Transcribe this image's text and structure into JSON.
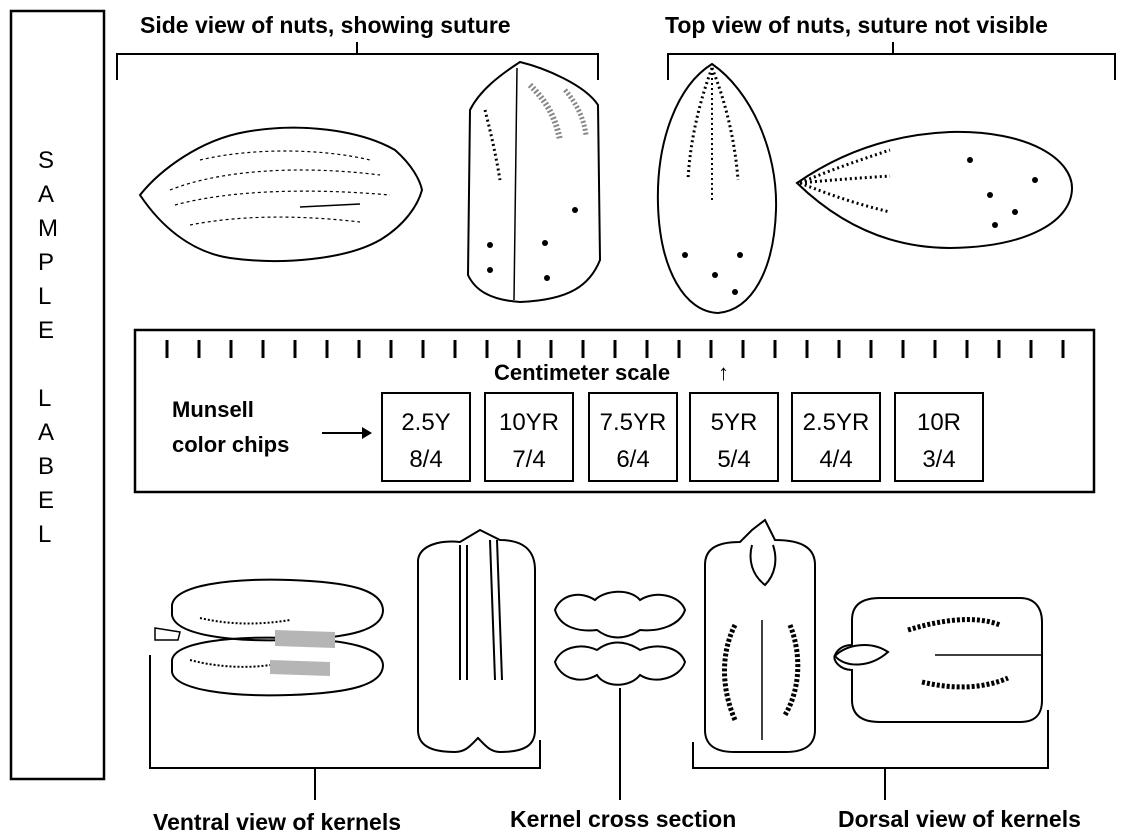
{
  "side_label": [
    "S",
    "A",
    "M",
    "P",
    "L",
    "E",
    "",
    "L",
    "A",
    "B",
    "E",
    "L"
  ],
  "headings": {
    "side_view": "Side view of nuts, showing suture",
    "top_view": "Top view of nuts, suture not visible",
    "ventral": "Ventral view of kernels",
    "cross_section": "Kernel cross section",
    "dorsal": "Dorsal view of kernels"
  },
  "scale": {
    "label": "Centimeter scale",
    "arrow": "↑",
    "tick_count": 29
  },
  "munsell": {
    "label_line1": "Munsell",
    "label_line2": "color chips",
    "chips": [
      {
        "hue": "2.5Y",
        "value_chroma": "8/4"
      },
      {
        "hue": "10YR",
        "value_chroma": "7/4"
      },
      {
        "hue": "7.5YR",
        "value_chroma": "6/4"
      },
      {
        "hue": "5YR",
        "value_chroma": "5/4"
      },
      {
        "hue": "2.5YR",
        "value_chroma": "4/4"
      },
      {
        "hue": "10R",
        "value_chroma": "3/4"
      }
    ]
  }
}
